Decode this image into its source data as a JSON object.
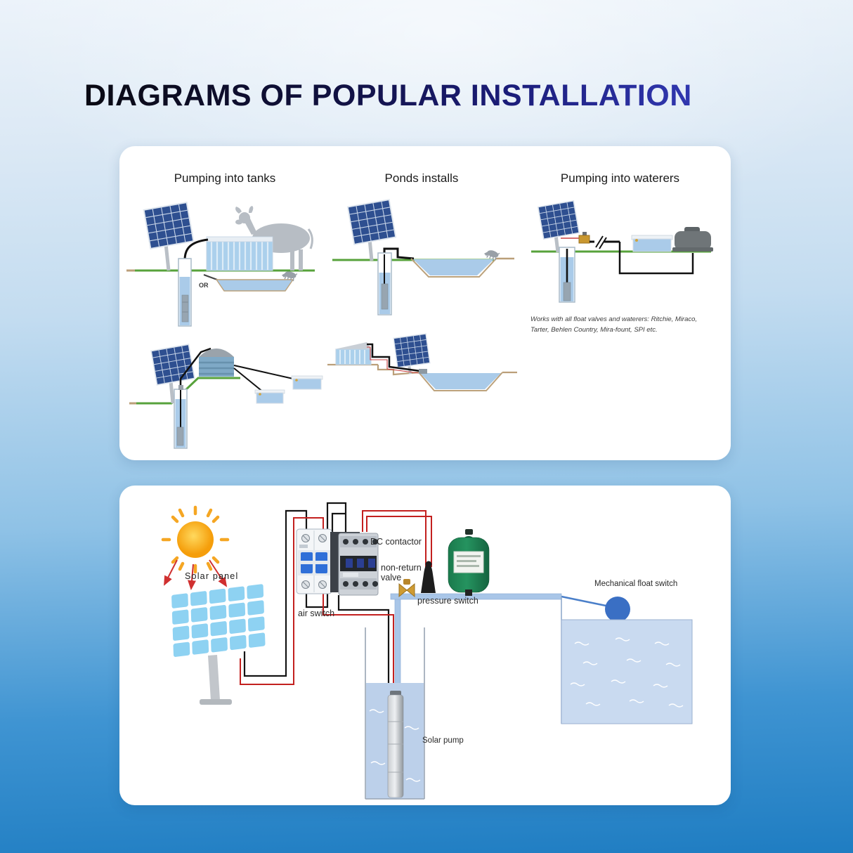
{
  "page": {
    "title": "DIAGRAMS OF POPULAR INSTALLATION"
  },
  "top_card": {
    "heading_tanks": "Pumping into tanks",
    "heading_ponds": "Ponds installs",
    "heading_waterers": "Pumping into waterers",
    "or_label": "OR",
    "waterers_note": "Works with all float valves and waterers: Ritchie, Miraco, Tarter, Behlen Country, Mira-fount, SPI etc."
  },
  "bottom_card": {
    "solar_panel": "Solar panel",
    "air_switch": "air switch",
    "dc_contactor": "DC contactor",
    "non_return_valve_line1": "non-return",
    "non_return_valve_line2": "valve",
    "pressure_switch": "pressure switch",
    "mechanical_float_switch": "Mechanical float switch",
    "solar_pump": "Solar pump"
  },
  "colors": {
    "background_top": "#dce9f5",
    "background_bottom": "#1f7dc2",
    "title_dark": "#0a0a13",
    "title_blue": "#3a43c8",
    "wire_red": "#c3201f",
    "wire_black": "#141414",
    "pipe_blue": "#a9c6e8",
    "pressure_tank_green": "#1e8653",
    "water_blue": "#c9daf0",
    "panel_cell_blue": "#8ed2f2",
    "panel_dark_blue": "#2e4f90",
    "ground_green": "#57a23b",
    "float_ball_blue": "#3a6fc4"
  }
}
